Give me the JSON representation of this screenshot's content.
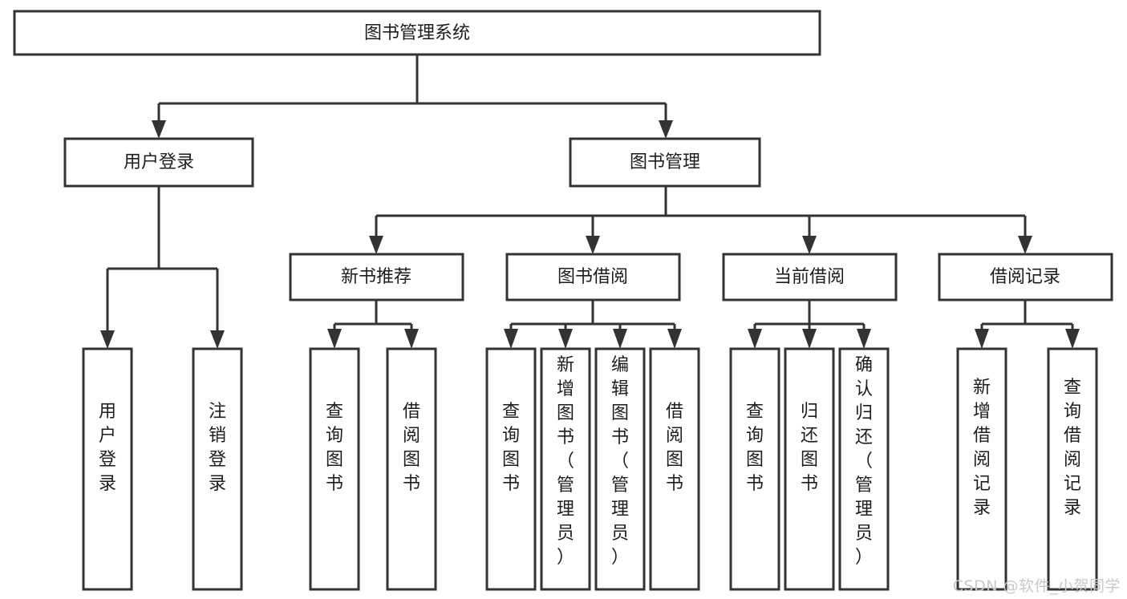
{
  "diagram": {
    "title": "图书管理系统",
    "type": "tree-hierarchy-chart",
    "root": {
      "label": "图书管理系统"
    },
    "level2": [
      {
        "label": "用户登录"
      },
      {
        "label": "图书管理"
      }
    ],
    "level3": [
      {
        "label": "新书推荐"
      },
      {
        "label": "图书借阅"
      },
      {
        "label": "当前借阅"
      },
      {
        "label": "借阅记录"
      }
    ],
    "leaves": {
      "user_login": [
        {
          "label": "用户登录"
        },
        {
          "label": "注销登录"
        }
      ],
      "new_book_recommend": [
        {
          "label": "查询图书"
        },
        {
          "label": "借阅图书"
        }
      ],
      "book_borrow": [
        {
          "label": "查询图书"
        },
        {
          "label": "新增图书（管理员）"
        },
        {
          "label": "编辑图书（管理员）"
        },
        {
          "label": "借阅图书"
        }
      ],
      "current_borrow": [
        {
          "label": "查询图书"
        },
        {
          "label": "归还图书"
        },
        {
          "label": "确认归还（管理员）"
        }
      ],
      "borrow_record": [
        {
          "label": "新增借阅记录"
        },
        {
          "label": "查询借阅记录"
        }
      ]
    }
  },
  "watermark": {
    "text": "CSDN @软件_小贺同学"
  },
  "colors": {
    "stroke": "#333333",
    "fill": "#ffffff",
    "text": "#1d1d1d",
    "watermark": "#c9c9c9"
  }
}
